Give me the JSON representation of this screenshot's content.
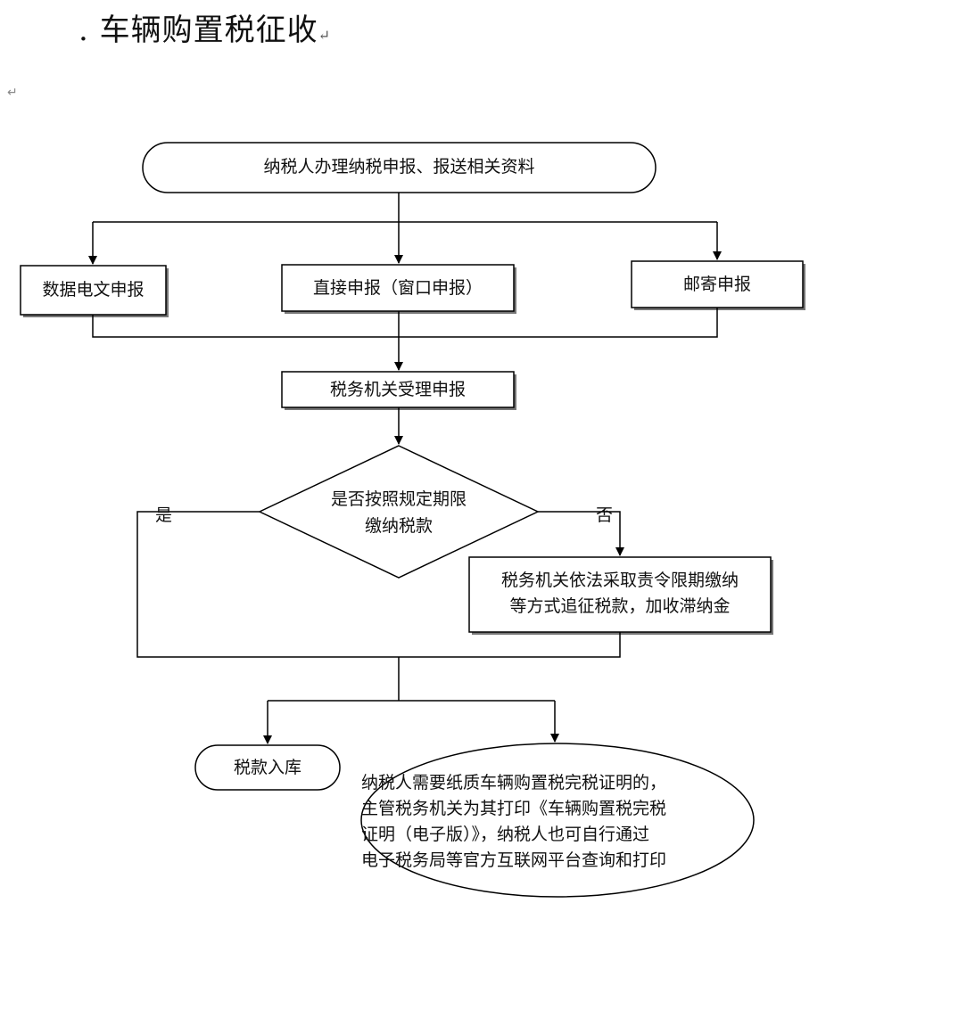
{
  "heading": {
    "title": ". 车辆购置税征收",
    "return_mark": "↵",
    "paragraph_mark": "↵"
  },
  "flow": {
    "start": "纳税人办理纳税申报、报送相关资料",
    "method_electronic": "数据电文申报",
    "method_direct": "直接申报（窗口申报）",
    "method_mail": "邮寄申报",
    "accept": "税务机关受理申报",
    "decision_line1": "是否按照规定期限",
    "decision_line2": "缴纳税款",
    "yes": "是",
    "no": "否",
    "enforce_line1": "税务机关依法采取责令限期缴纳",
    "enforce_line2": "等方式追征税款，加收滞纳金",
    "end_treasury": "税款入库",
    "end_cert_line1": "纳税人需要纸质车辆购置税完税证明的，",
    "end_cert_line2": "主管税务机关为其打印《车辆购置税完税",
    "end_cert_line3": "证明（电子版）》，纳税人也可自行通过",
    "end_cert_line4": "电子税务局等官方互联网平台查询和打印"
  }
}
